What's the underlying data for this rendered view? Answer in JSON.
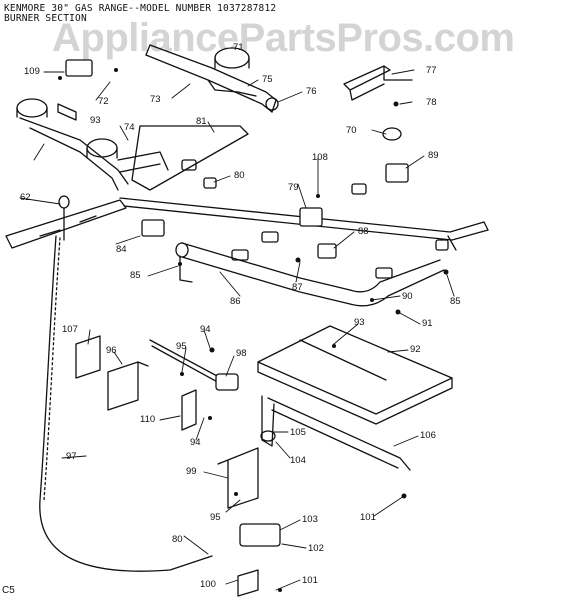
{
  "header": {
    "line1": "KENMORE 30\" GAS RANGE--MODEL NUMBER 1037287812",
    "line2": "BURNER SECTION"
  },
  "watermark": "AppliancePartsPros.com",
  "corner_code": "C5",
  "colors": {
    "ink": "#111111",
    "watermark": "#d4d4d4",
    "background": "#ffffff"
  },
  "callouts": [
    "109",
    "72",
    "73",
    "93",
    "74",
    "81",
    "75",
    "76",
    "77",
    "78",
    "70",
    "89",
    "108",
    "80",
    "79",
    "62",
    "84",
    "85",
    "88",
    "87",
    "86",
    "90",
    "85",
    "91",
    "93",
    "107",
    "94",
    "95",
    "98",
    "96",
    "92",
    "110",
    "94",
    "105",
    "104",
    "106",
    "97",
    "99",
    "95",
    "103",
    "80",
    "102",
    "101",
    "100",
    "101",
    "71"
  ]
}
